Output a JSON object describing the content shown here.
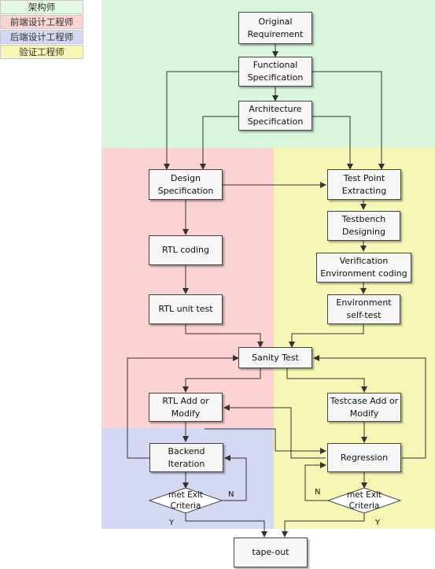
{
  "legend": {
    "architect": "架构师",
    "frontend": "前端设计工程师",
    "backend": "后端设计工程师",
    "verification": "验证工程师"
  },
  "colors": {
    "architect": "#d9f6dd",
    "frontend": "#fbd3d3",
    "backend": "#d4d8f3",
    "verification": "#f6f7b4"
  },
  "nodes": {
    "original_requirement": "Original\nRequirement",
    "functional_spec": "Functional\nSpecification",
    "architecture_spec": "Architecture\nSpecification",
    "design_spec": "Design\nSpecification",
    "test_point": "Test Point\nExtracting",
    "testbench": "Testbench\nDesigning",
    "verif_env": "Verification\nEnvironment coding",
    "rtl_coding": "RTL coding",
    "env_selftest": "Environment\nself-test",
    "rtl_unit_test": "RTL unit test",
    "sanity_test": "Sanity Test",
    "rtl_add": "RTL Add or\nModify",
    "testcase_add": "Testcase Add or\nModify",
    "backend_iter": "Backend\nIteration",
    "regression": "Regression",
    "exit_left": "met Exit\nCriteria",
    "exit_right": "met Exit\nCriteria",
    "tapeout": "tape-out"
  },
  "edge_labels": {
    "left_no": "N",
    "left_yes": "Y",
    "right_no": "N",
    "right_yes": "Y"
  }
}
